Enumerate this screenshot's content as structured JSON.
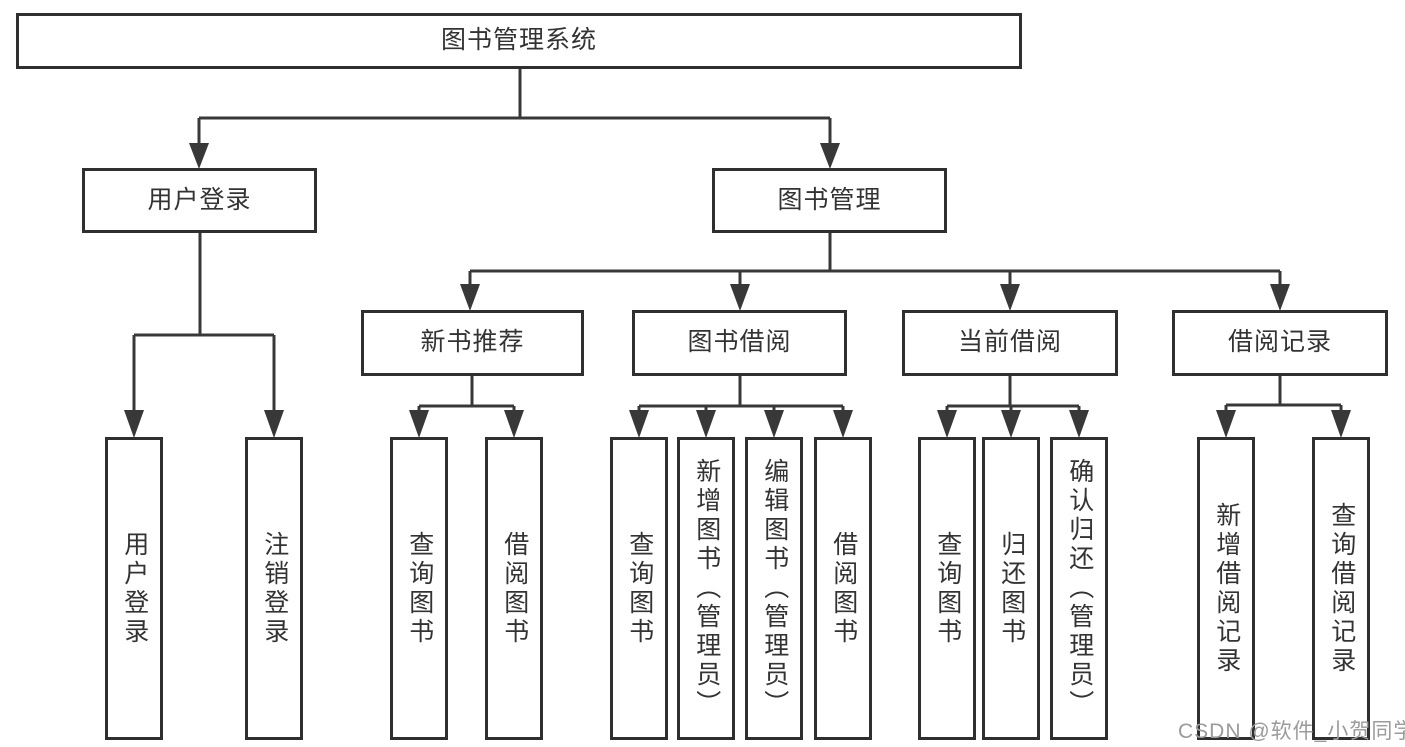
{
  "tree": {
    "root": {
      "label": "图书管理系统"
    },
    "children": [
      {
        "label": "用户登录",
        "children": [
          {
            "label": "用户登录"
          },
          {
            "label": "注销登录"
          }
        ]
      },
      {
        "label": "图书管理",
        "children": [
          {
            "label": "新书推荐",
            "children": [
              {
                "label": "查询图书"
              },
              {
                "label": "借阅图书"
              }
            ]
          },
          {
            "label": "图书借阅",
            "children": [
              {
                "label": "查询图书"
              },
              {
                "label": "新增图书（管理员）"
              },
              {
                "label": "编辑图书（管理员）"
              },
              {
                "label": "借阅图书"
              }
            ]
          },
          {
            "label": "当前借阅",
            "children": [
              {
                "label": "查询图书"
              },
              {
                "label": "归还图书"
              },
              {
                "label": "确认归还（管理员）"
              }
            ]
          },
          {
            "label": "借阅记录",
            "children": [
              {
                "label": "新增借阅记录"
              },
              {
                "label": "查询借阅记录"
              }
            ]
          }
        ]
      }
    ]
  },
  "watermark": {
    "text": "CSDN @软件_小贺同学"
  },
  "colors": {
    "background": "#ffffff",
    "box_border": "#2f2f2f",
    "connector_line": "#383838",
    "label_text": "#333333",
    "watermark_text": "#9b9b9b"
  }
}
